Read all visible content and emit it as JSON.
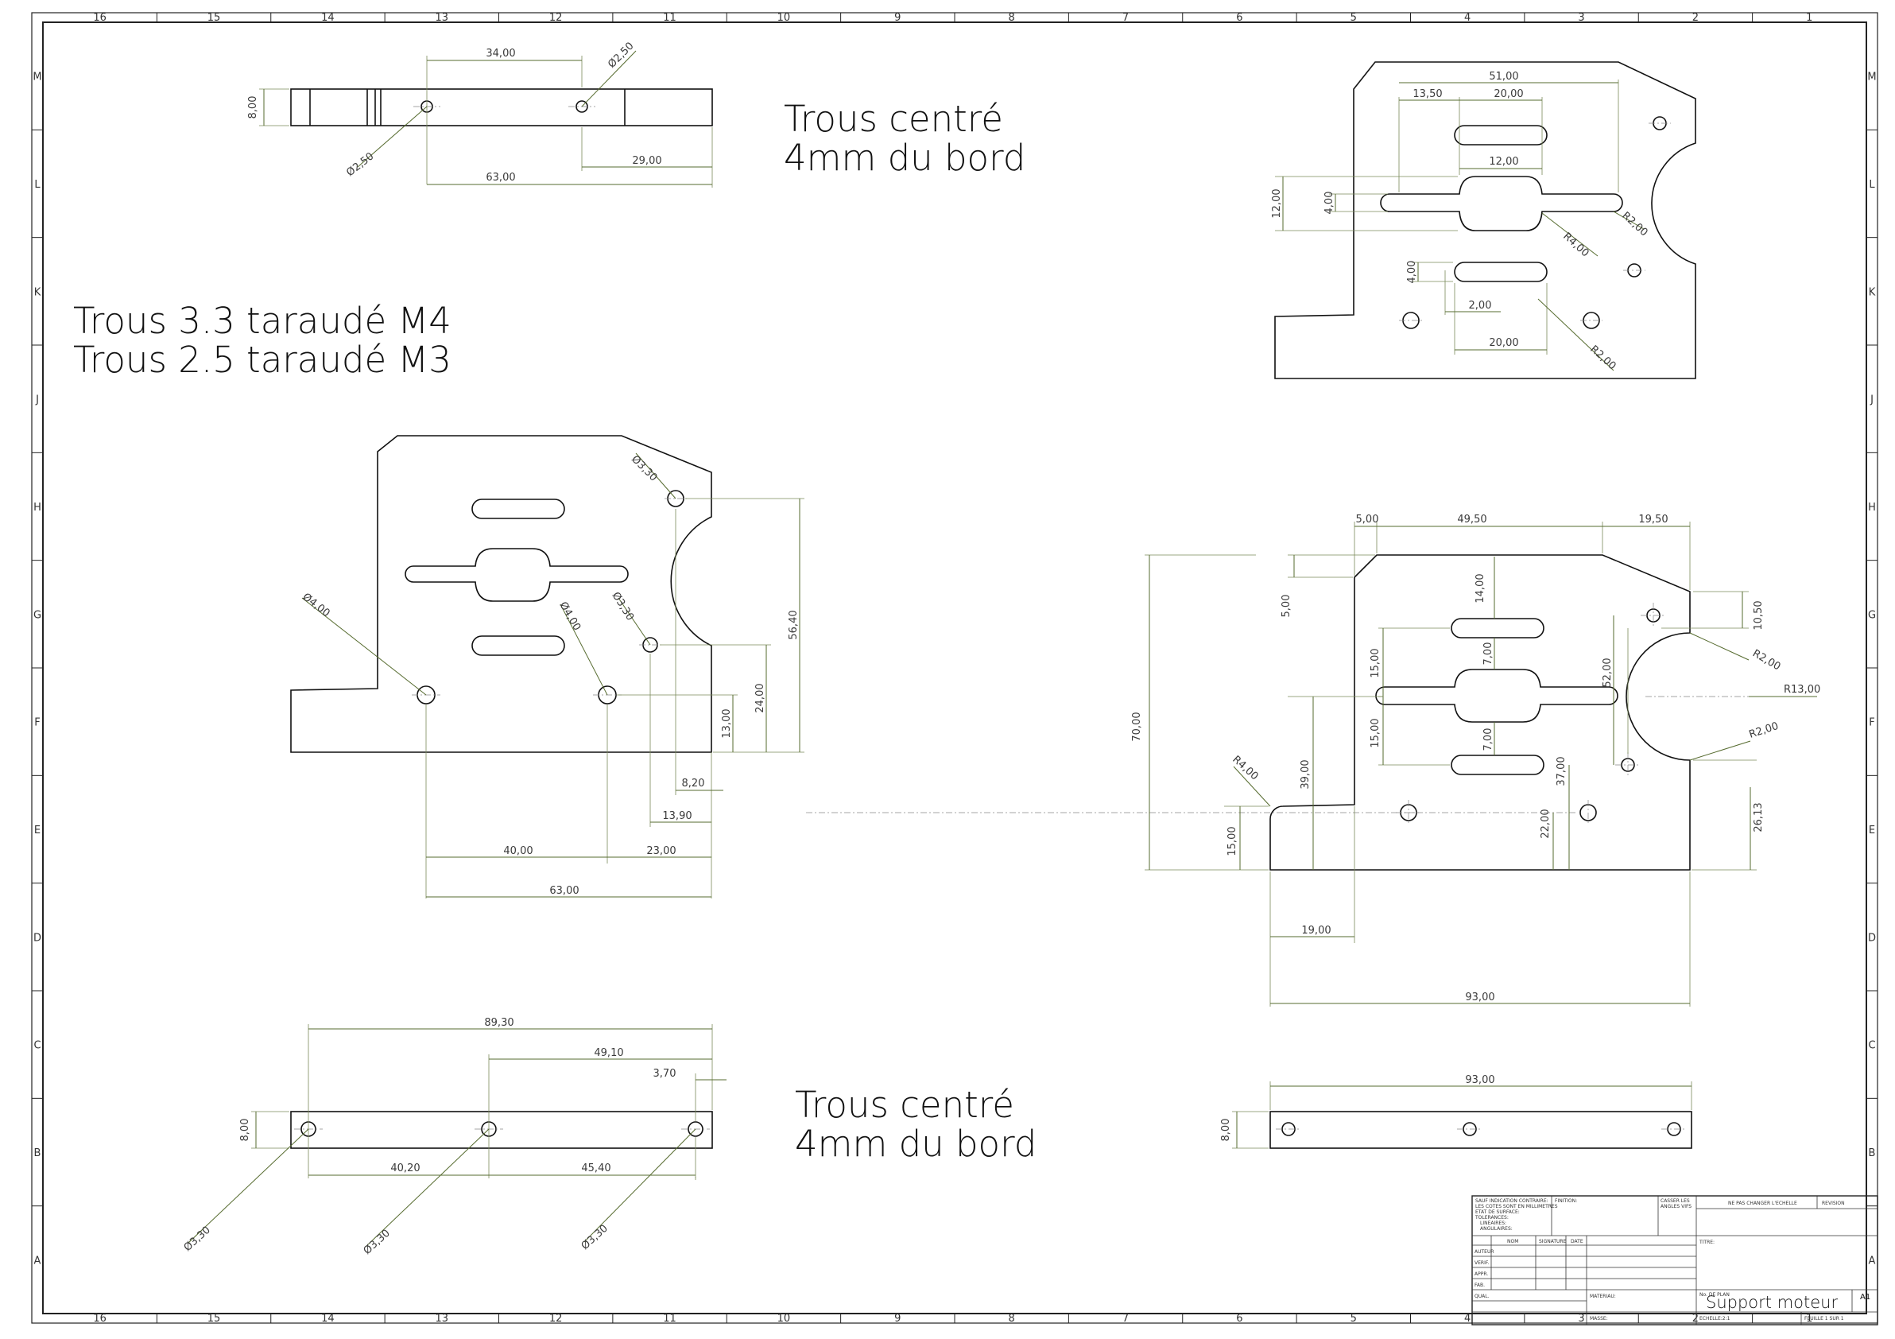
{
  "notes": {
    "top_center": {
      "line1": "Trous centré",
      "line2": "4mm du bord"
    },
    "left": {
      "line1": "Trous 3.3 taraudé M4",
      "line2": "Trous 2.5 taraudé M3"
    },
    "bottom_center": {
      "line1": "Trous centré",
      "line2": "4mm du bord"
    }
  },
  "border": {
    "columns": [
      "16",
      "15",
      "14",
      "13",
      "12",
      "11",
      "10",
      "9",
      "8",
      "7",
      "6",
      "5",
      "4",
      "3",
      "2",
      "1"
    ],
    "rows": [
      "M",
      "L",
      "K",
      "J",
      "H",
      "G",
      "F",
      "E",
      "D",
      "C",
      "B",
      "A"
    ]
  },
  "views": {
    "top_left": {
      "dims": [
        "34,00",
        "Ø2,50",
        "8,00",
        "Ø2,50",
        "29,00",
        "63,00"
      ]
    },
    "front_left": {
      "dims": [
        "Ø3,30",
        "Ø4,00",
        "Ø4,00",
        "Ø3,30",
        "56,40",
        "24,00",
        "13,00",
        "8,20",
        "13,90",
        "40,00",
        "23,00",
        "63,00"
      ]
    },
    "bottom_left": {
      "dims": [
        "89,30",
        "49,10",
        "3,70",
        "8,00",
        "40,20",
        "45,40",
        "Ø3,30",
        "Ø3,30",
        "Ø3,30"
      ]
    },
    "top_right": {
      "dims": [
        "51,00",
        "13,50",
        "20,00",
        "12,00",
        "12,00",
        "4,00",
        "R2,00",
        "R4,00",
        "4,00",
        "2,00",
        "20,00",
        "R2,00"
      ]
    },
    "front_right": {
      "dims": [
        "5,00",
        "49,50",
        "19,50",
        "14,00",
        "5,00",
        "10,50",
        "R2,00",
        "15,00",
        "7,00",
        "52,00",
        "R13,00",
        "70,00",
        "15,00",
        "R2,00",
        "7,00",
        "R4,00",
        "39,00",
        "37,00",
        "22,00",
        "26,13",
        "15,00",
        "19,00",
        "93,00"
      ]
    },
    "bottom_right": {
      "dims": [
        "93,00",
        "8,00"
      ]
    }
  },
  "title_block": {
    "general_note": [
      "SAUF INDICATION CONTRAIRE:",
      "LES COTES SONT EN MILLIMETRES",
      "ETAT DE SURFACE:",
      "TOLERANCES:",
      "LINEAIRES:",
      "ANGULAIRES:"
    ],
    "finish_label": "FINITION:",
    "break_edges_label": [
      "CASSER LES",
      "ANGLES VIFS"
    ],
    "no_scale": "NE PAS CHANGER L'ECHELLE",
    "revision_label": "REVISION",
    "headers": [
      "NOM",
      "SIGNATURE",
      "DATE"
    ],
    "roles": [
      "AUTEUR",
      "VERIF.",
      "APPR.",
      "FAB.",
      "QUAL."
    ],
    "title_label": "TITRE:",
    "material_label": "MATERIAU:",
    "drawing_number_label": "No. DE PLAN",
    "title": "Support moteur",
    "size": "A1",
    "mass_label": "MASSE:",
    "scale_label": "ECHELLE:2:1",
    "sheet_label": "FEUILLE 1 SUR 1"
  }
}
